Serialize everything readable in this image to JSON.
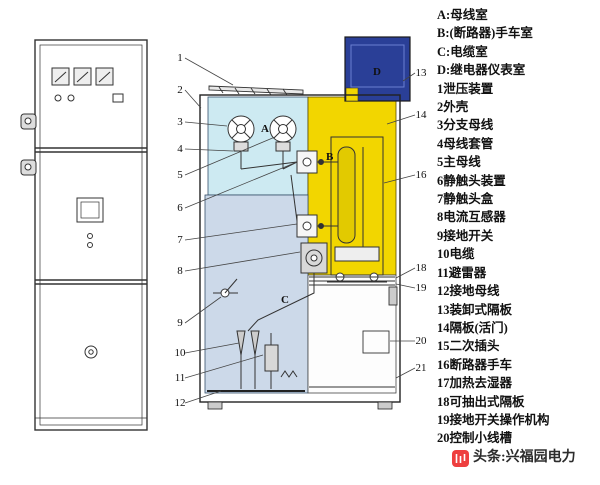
{
  "legend": {
    "items": [
      "A:母线室",
      "B:(断路器)手车室",
      "C:电缆室",
      "D:继电器仪表室",
      "1泄压装置",
      "2外壳",
      "3分支母线",
      "4母线套管",
      "5主母线",
      "6静触头装置",
      "7静触头盒",
      "8电流互感器",
      "9接地开关",
      "10电缆",
      "11避雷器",
      "12接地母线",
      "13装卸式隔板",
      "14隔板(活门)",
      "15二次插头",
      "16断路器手车",
      "17加热去湿器",
      "18可抽出式隔板",
      "19接地开关操作机构",
      "20控制小线槽"
    ]
  },
  "section": {
    "region_labels": {
      "A": "A",
      "B": "B",
      "C": "C",
      "D": "D"
    },
    "left_callouts": [
      "1",
      "2",
      "3",
      "4",
      "5",
      "6",
      "7",
      "8",
      "9",
      "10",
      "11",
      "12"
    ],
    "right_callouts": [
      "13",
      "14",
      "16",
      "18",
      "19",
      "20",
      "21"
    ],
    "colors": {
      "busbar_room": "#cdeaf2",
      "handcart_room": "#f2d600",
      "cable_room": "#ccd9e9",
      "instrument_room": "#2a3f97",
      "bottom_chamber": "#fdfdfd"
    }
  },
  "watermark": {
    "text": "头条:兴福园电力"
  }
}
